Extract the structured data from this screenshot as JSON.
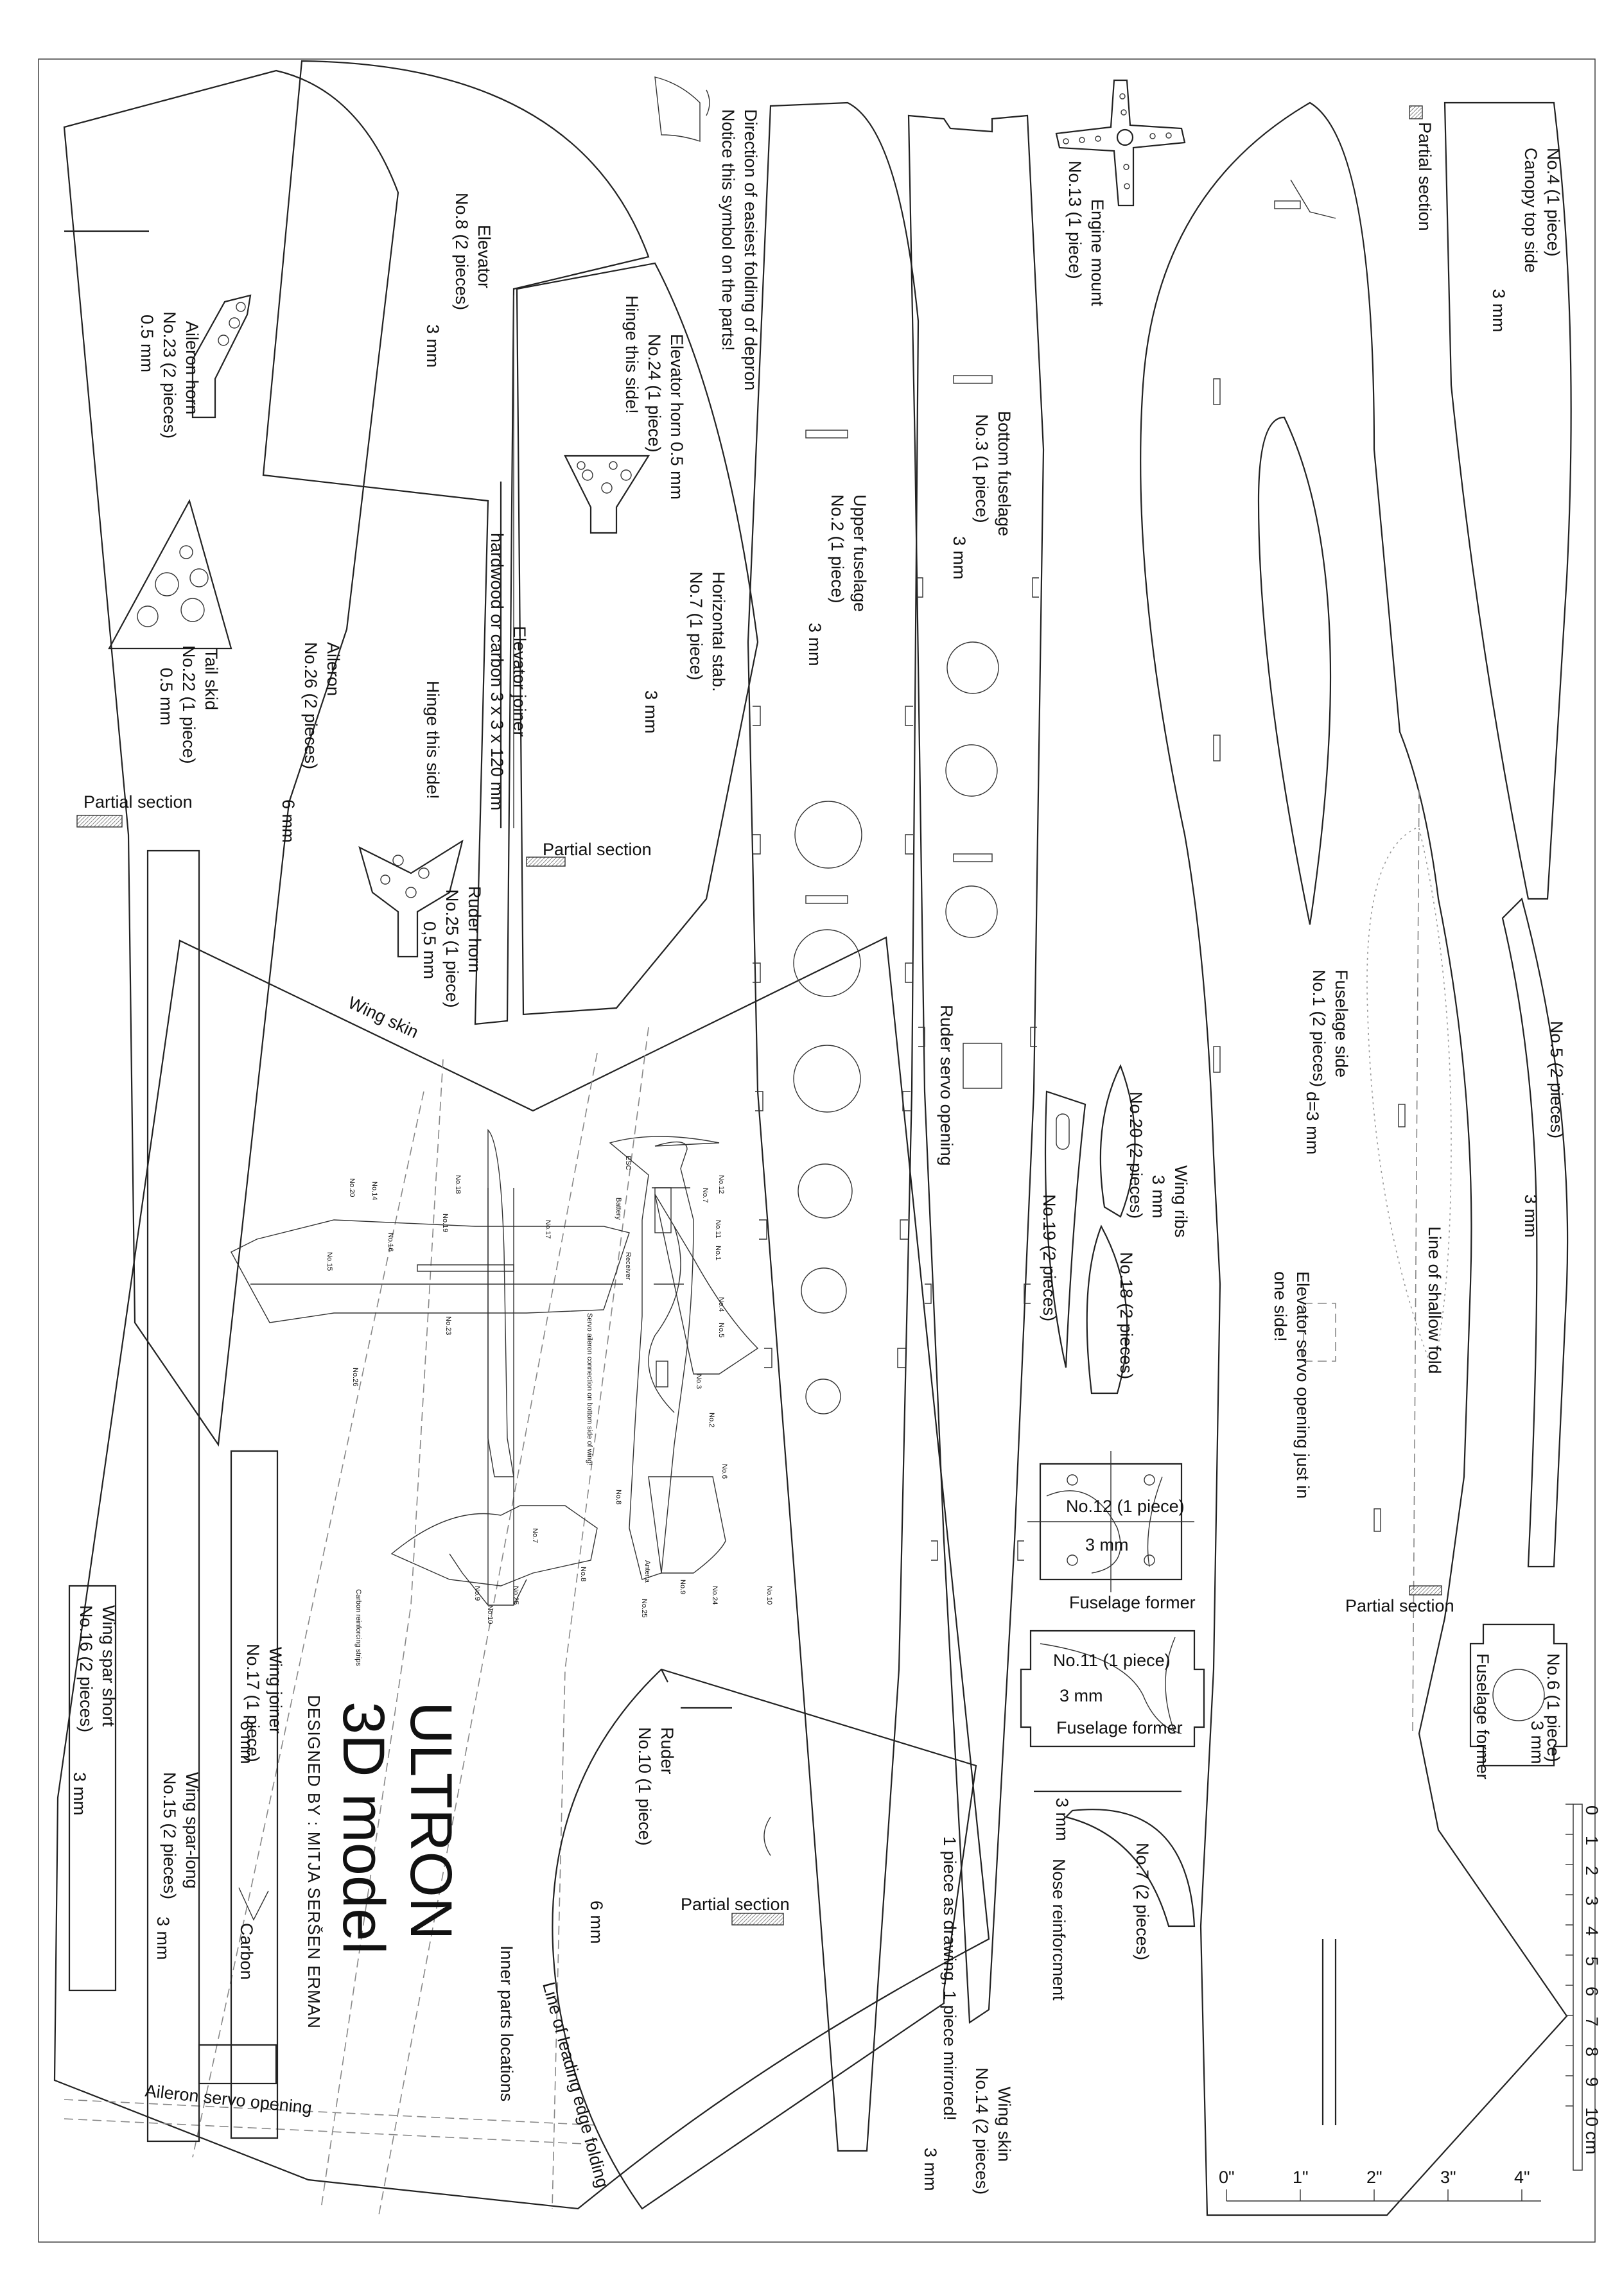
{
  "title": {
    "name": "ULTRON",
    "subtitle": "3D model",
    "designer": "DESIGNED BY : MITJA SERŠEN ERMAN"
  },
  "legend": {
    "fold_line1": "Direction of easiest folding of depron",
    "fold_line2": "Notice this symbol on the parts!"
  },
  "parts": {
    "elevator": {
      "name": "Elevator",
      "qty": "No.8 (2 pieces)",
      "thick": "3 mm"
    },
    "aileron_horn": {
      "name": "Aileron horn",
      "qty": "No.23 (2 pieces)",
      "thick": "0.5 mm"
    },
    "elevator_horn": {
      "name": "Elevator horn 0.5 mm",
      "qty": "No.24 (1 piece)",
      "note": "Hinge this side!"
    },
    "horizontal_stab": {
      "name": "Horizontal stab.",
      "qty": "No.7 (1 piece)",
      "thick": "3 mm"
    },
    "elevator_joiner": {
      "name": "Elevator joiner",
      "spec": "hardwood or carbon 3 x 3 x 120 mm"
    },
    "tail_skid": {
      "name": "Tail skid",
      "qty": "No.22 (1 piece)",
      "thick": "0.5 mm"
    },
    "aileron": {
      "name": "Aileron",
      "qty": "No.26 (2 pieces)",
      "thick": "6 mm"
    },
    "ruder_horn": {
      "name": "Ruder horn",
      "qty": "No.25 (1 piece)",
      "thick": "0,5 mm",
      "note": "Hinge this side!"
    },
    "upper_fuselage": {
      "name": "Upper fuselage",
      "qty": "No.2 (1 piece)",
      "thick": "3 mm"
    },
    "bottom_fuselage": {
      "name": "Bottom fuselage",
      "qty": "No.3 (1 piece)",
      "thick": "3 mm"
    },
    "ruder_servo": {
      "name": "Ruder servo opening"
    },
    "engine_mount": {
      "name": "Engine mount",
      "qty": "No.13 (1 piece)"
    },
    "fuselage_side": {
      "name": "Fuselage side",
      "qty": "No.1 (2 pieces)",
      "thick": "d=3 mm"
    },
    "canopy": {
      "name": "No.4 (1 piece)",
      "qty": "Canopy top side",
      "thick": "3 mm"
    },
    "no5": {
      "name": "No.5 (2 pieces)",
      "thick": "3 mm"
    },
    "wing_ribs": {
      "name": "Wing ribs",
      "thick": "3 mm",
      "r20": "No.20 (2 pieces)",
      "r19": "No.19 (2 pieces)",
      "r18": "No.18 (2 pieces)"
    },
    "elev_servo": {
      "line1": "Elevator servo opening just in",
      "line2": "one side!"
    },
    "shallow_fold": "Line of shallow fold",
    "former12": {
      "qty": "No.12 (1 piece)",
      "thick": "3 mm",
      "name": "Fuselage former"
    },
    "former11": {
      "qty": "No.11 (1 piece)",
      "thick": "3 mm",
      "name": "Fuselage former"
    },
    "former6": {
      "qty": "No.6 (1 piece)",
      "name": "Fuselage former",
      "thick": "3 mm"
    },
    "nose": {
      "qty": "No.7 (2 pieces)",
      "name": "Nose reinforcment",
      "thick": "3 mm"
    },
    "wing_skin": {
      "name": "Wing skin",
      "qty": "No.14 (2 pieces)",
      "note": "1 piece as drawing, 1 piece mirrored!",
      "thick": "3 mm"
    },
    "ruder": {
      "name": "Ruder",
      "qty": "No.10 (1 piece)",
      "thick": "6 mm"
    },
    "spar_short": {
      "name": "Wing spar short",
      "qty": "No.16 (2 pieces)",
      "thick": "3 mm"
    },
    "joiner": {
      "name": "Wing joiner",
      "qty": "No.17 (1 piece)",
      "thick": "6 mm",
      "mat": "Carbon"
    },
    "spar_long": {
      "name": "Wing spar-long",
      "qty": "No.15 (2 pieces)",
      "thick": "3 mm"
    },
    "aileron_servo": "Aileron servo opening",
    "inner_parts": "Inner parts locations",
    "leading_edge": "Line of leading edge folding",
    "partial_section": "Partial section",
    "wing_skin_label": "Wing skin"
  },
  "diagram_labels": {
    "top": [
      "No.18",
      "No.14",
      "No.20",
      "No.17",
      "No.19",
      "No.16",
      "No.15",
      "No.23",
      "No.26"
    ],
    "side": [
      "No.12",
      "No.7",
      "No.11",
      "No.1",
      "No.4",
      "No.5",
      "No.3",
      "No.2",
      "No.6",
      "No.8",
      "No.24",
      "No.10",
      "No.25",
      "No.9"
    ],
    "components": [
      "ESC",
      "Battery",
      "Receiver",
      "Antena"
    ],
    "servo_note": "Servo aileron connection on bottom side of wing!",
    "stab": [
      "No.7",
      "No.9",
      "No.8",
      "No.10",
      "No.25"
    ],
    "carbon": "Carbon reinforcing strips"
  },
  "scale": {
    "cm": [
      "0",
      "1",
      "2",
      "3",
      "4",
      "5",
      "6",
      "7",
      "8",
      "9",
      "10 cm"
    ],
    "inch": [
      "0\"",
      "1\"",
      "2\"",
      "3\"",
      "4\""
    ]
  }
}
